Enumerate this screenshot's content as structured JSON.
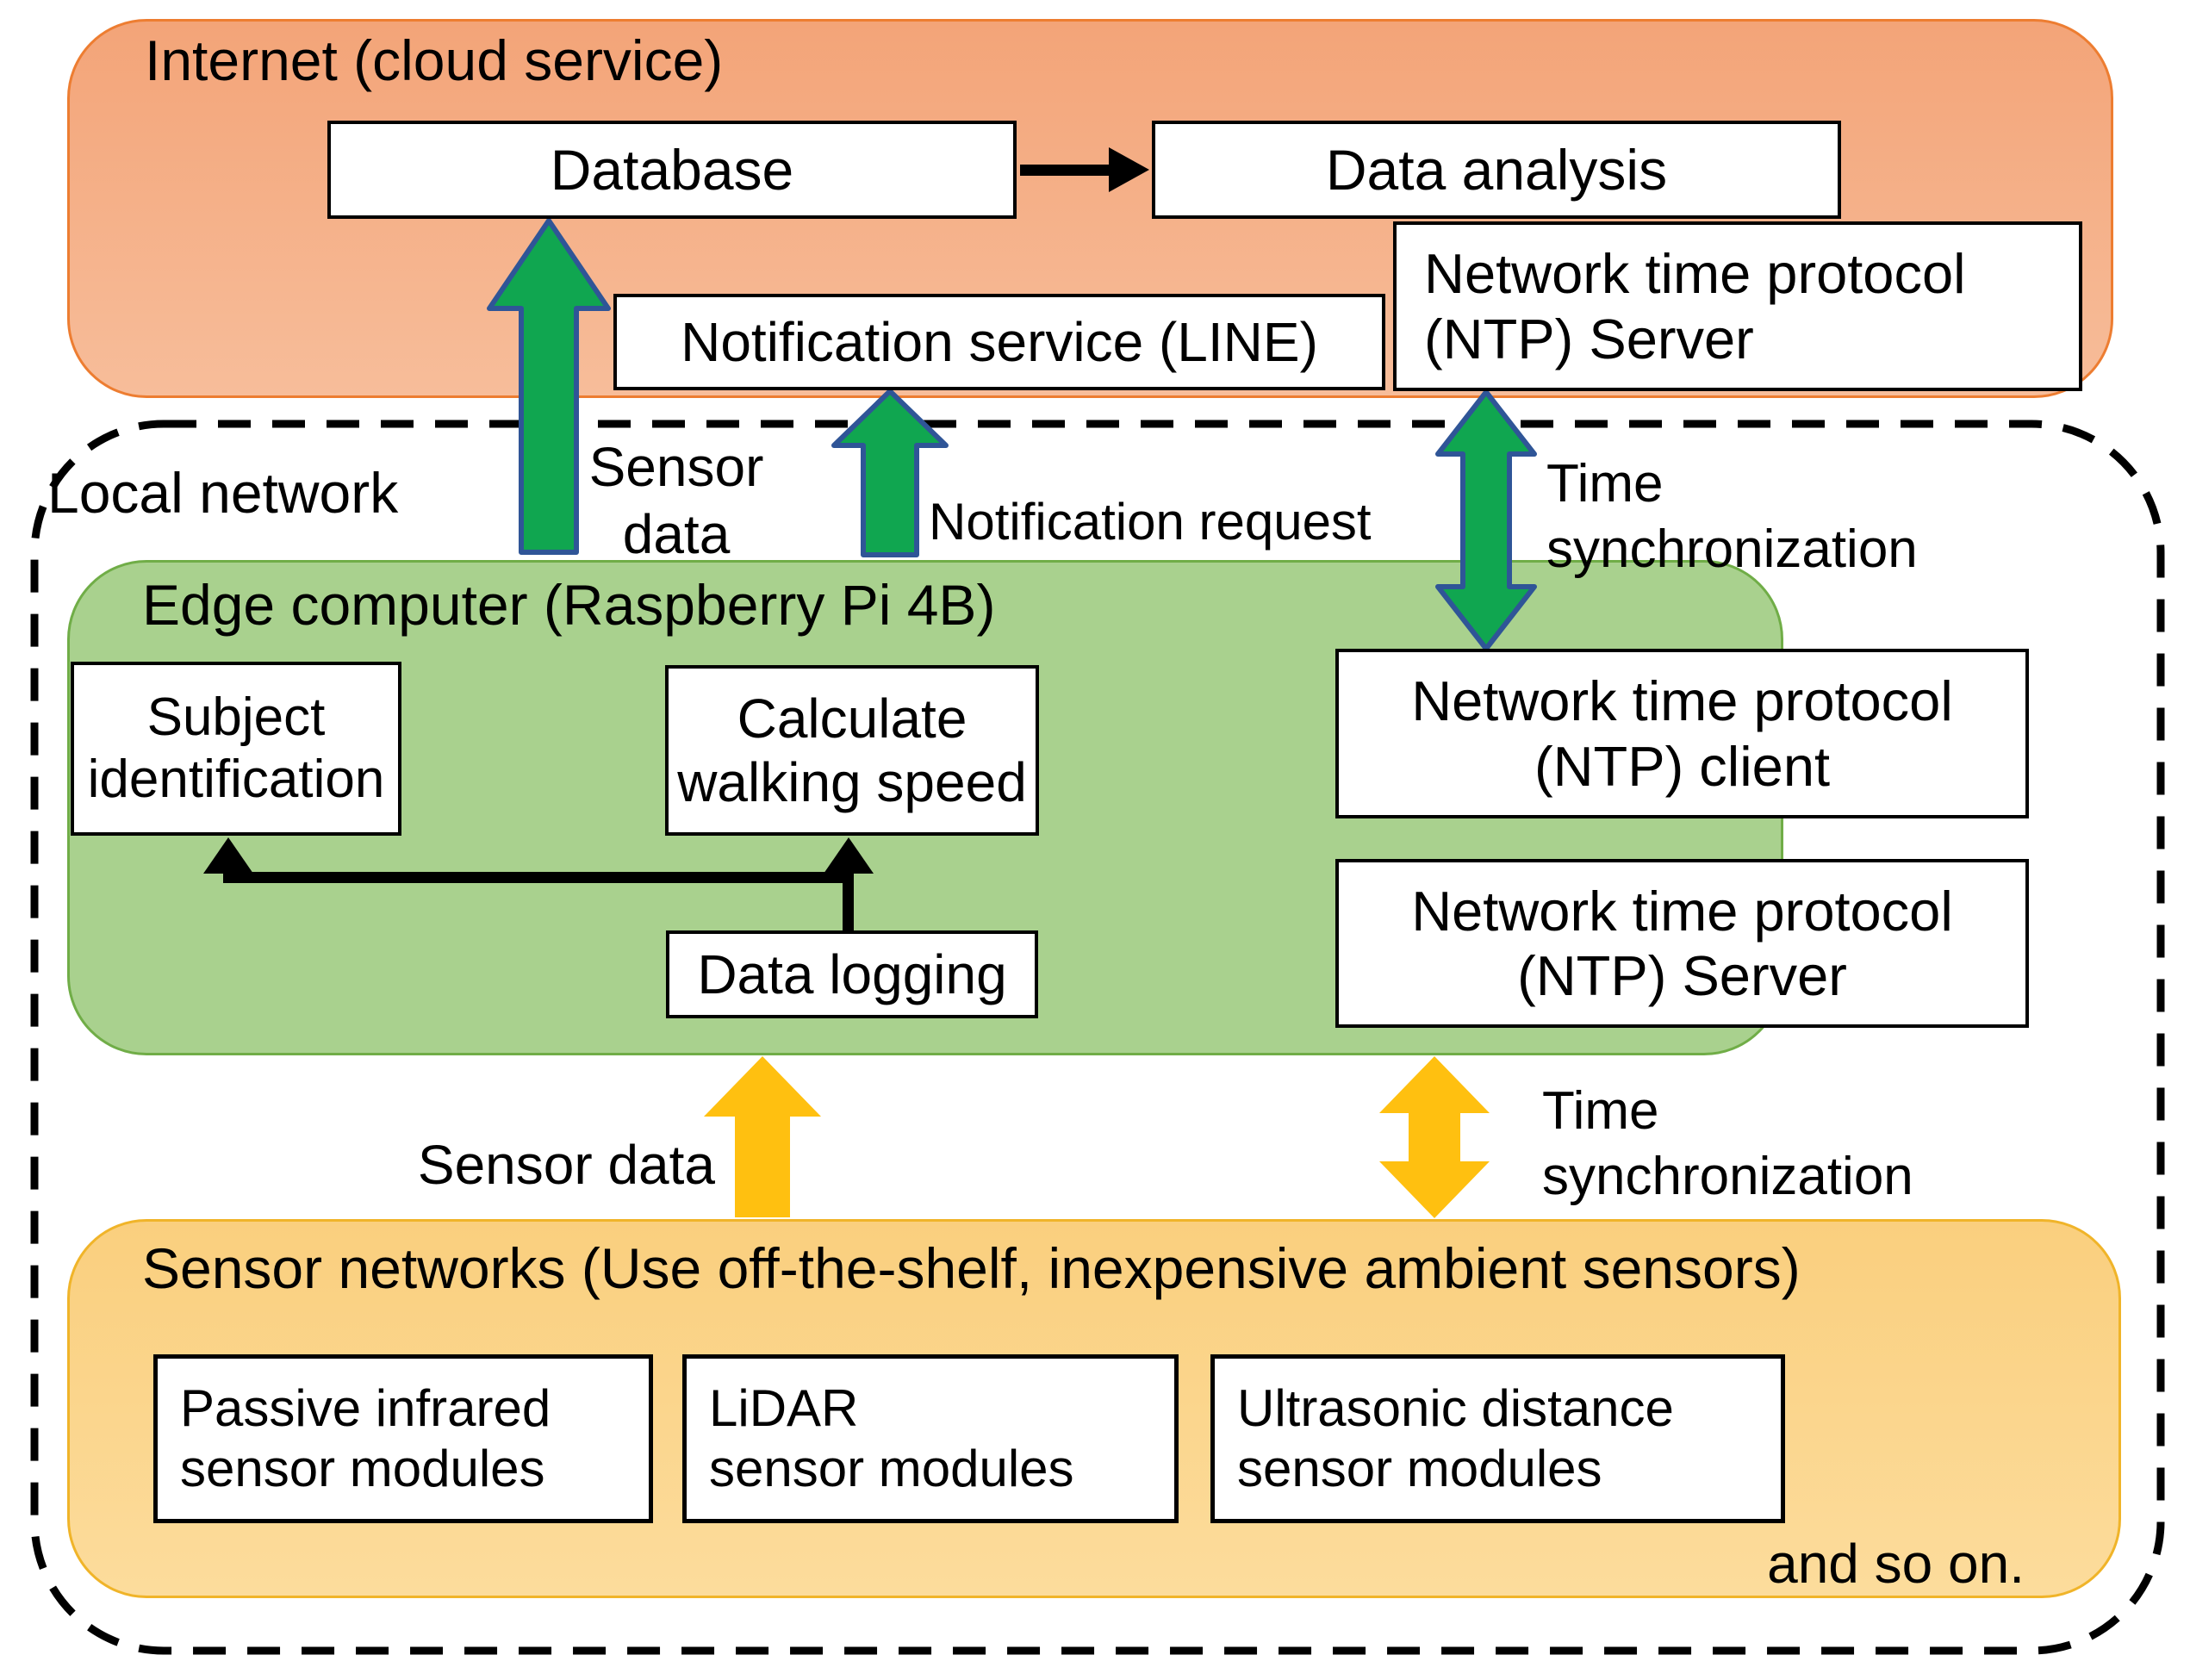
{
  "cloud": {
    "title": "Internet (cloud service)",
    "database": "Database",
    "data_analysis": "Data analysis",
    "notification_service": "Notification service (LINE)",
    "ntp_server_line1": "Network time protocol",
    "ntp_server_line2": "(NTP) Server"
  },
  "local": {
    "title": "Local network"
  },
  "edge": {
    "title": "Edge computer (Raspberry Pi 4B)",
    "subject_line1": "Subject",
    "subject_line2": "identification",
    "calc_line1": "Calculate",
    "calc_line2": "walking speed",
    "data_logging": "Data logging",
    "ntp_client_line1": "Network time protocol",
    "ntp_client_line2": "(NTP) client",
    "ntp_server_line1": "Network time protocol",
    "ntp_server_line2": "(NTP) Server"
  },
  "sensors": {
    "title": "Sensor networks (Use off-the-shelf, inexpensive ambient sensors)",
    "module1_line1": "Passive infrared",
    "module1_line2": "sensor modules",
    "module2_line1": "LiDAR",
    "module2_line2": "sensor modules",
    "module3_line1": "Ultrasonic distance",
    "module3_line2": "sensor modules",
    "and_so_on": "and so on."
  },
  "flows": {
    "sensor_data_top_line1": "Sensor",
    "sensor_data_top_line2": "data",
    "notification_request": "Notification request",
    "time_sync_top_line1": "Time",
    "time_sync_top_line2": "synchronization",
    "sensor_data_bottom": "Sensor data",
    "time_sync_bottom_line1": "Time",
    "time_sync_bottom_line2": "synchronization"
  },
  "colors": {
    "cloud_fill": "#F5B08A",
    "cloud_border": "#ED7D31",
    "edge_fill": "#A9D18E",
    "edge_border": "#70AD47",
    "sensor_fill": "#FBD48C",
    "sensor_border": "#F0B429",
    "arrow_green": "#10A650",
    "arrow_green_border": "#2F5597",
    "arrow_yellow": "#FFC010",
    "arrow_black": "#000000",
    "dashed_border": "#000000"
  }
}
